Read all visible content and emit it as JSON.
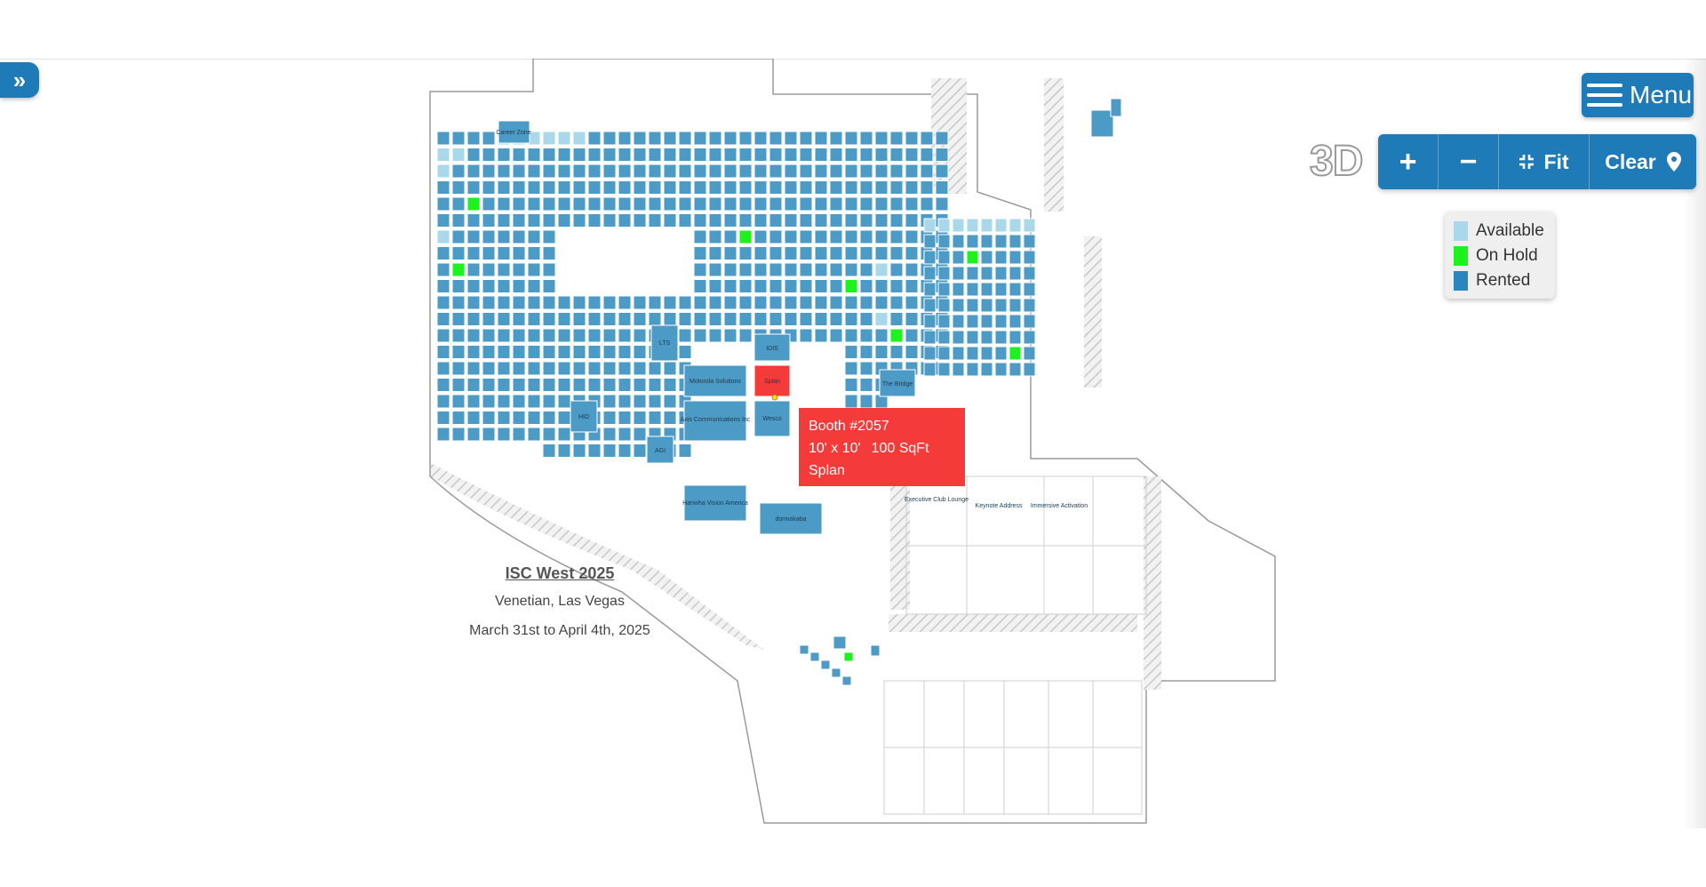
{
  "controls": {
    "menu_label": "Menu",
    "three_d_label": "3D",
    "zoom_in_label": "+",
    "zoom_out_label": "−",
    "fit_label": "Fit",
    "clear_label": "Clear"
  },
  "legend": [
    {
      "label": "Available",
      "color": "#a8d8ea"
    },
    {
      "label": "On Hold",
      "color": "#1cf21c"
    },
    {
      "label": "Rented",
      "color": "#2b86bd"
    }
  ],
  "tooltip": {
    "booth": "Booth #2057",
    "size": "10' x 10'",
    "sqft": "100 SqFt",
    "exhibitor": "Splan"
  },
  "event": {
    "name": "ISC West 2025",
    "venue": "Venetian, Las Vegas",
    "dates": "March 31st to April 4th, 2025"
  },
  "map_labels": {
    "motorola": "Motorola Solutions",
    "axis": "Axis Communications Inc",
    "splan": "Splan",
    "idis": "IDIS",
    "wesco": "Wesco",
    "hanwha": "Hanwha Vision America",
    "ltts": "LTS",
    "the_bridge": "The Bridge",
    "hid": "HID",
    "agi": "AGI",
    "dormakaba": "dormakaba",
    "keynote": "Keynote Address",
    "immersive": "Immersive Activation",
    "executive": "Executive Club Lounge",
    "career_zone": "Career Zone"
  },
  "colors": {
    "rented": "#4c9ac6",
    "available": "#a8d8ea",
    "on_hold": "#1cf21c",
    "selected": "#f53a3a",
    "primary": "#1f7bb8"
  }
}
